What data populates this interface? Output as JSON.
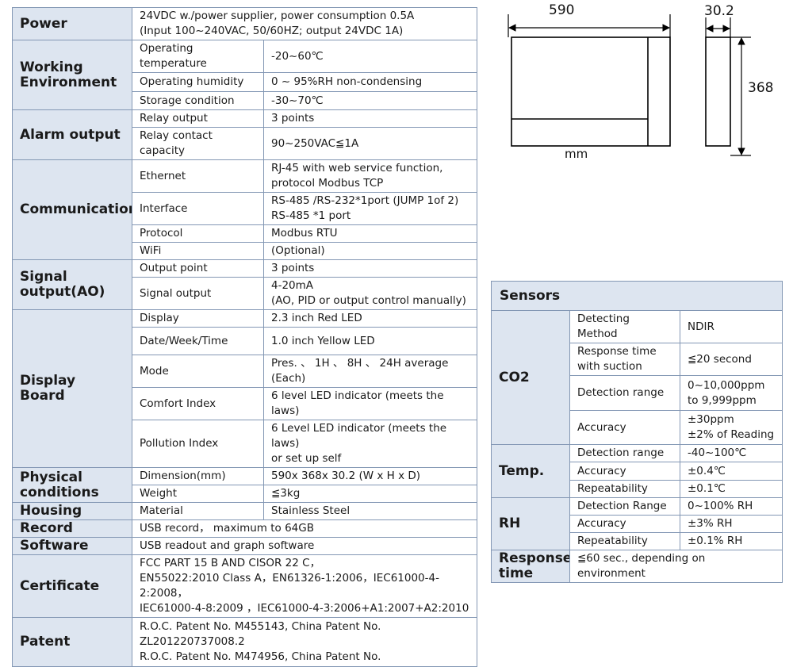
{
  "spec_table": {
    "rows": [
      {
        "category": "Power",
        "span": 1,
        "label": "24VDC w./power supplier, power consumption 0.5A\n(Input 100~240VAC, 50/60HZ; output 24VDC 1A)",
        "full": true,
        "h": 40
      },
      {
        "category": "Working\nEnvironment",
        "span": 3,
        "label": "Operating\ntemperature",
        "value": "-20~60℃",
        "h": 40
      },
      {
        "label": "Operating humidity",
        "value": "0 ~ 95%RH non-condensing",
        "h": 24
      },
      {
        "label": "Storage condition",
        "value": "-30~70℃",
        "h": 23
      },
      {
        "category": "Alarm output",
        "span": 2,
        "label": "Relay output",
        "value": "3 points",
        "h": 21
      },
      {
        "label": "Relay contact capacity",
        "value": "90~250VAC≦1A",
        "h": 23
      },
      {
        "category": "Communication",
        "span": 4,
        "label": "Ethernet",
        "value": "RJ-45 with web service function,\nprotocol Modbus TCP",
        "h": 40
      },
      {
        "label": "Interface",
        "value": "RS-485 /RS-232*1port (JUMP 1of 2)\nRS-485 *1 port",
        "h": 40
      },
      {
        "label": "Protocol",
        "value": "Modbus RTU",
        "h": 21
      },
      {
        "label": "WiFi",
        "value": "(Optional)",
        "h": 21
      },
      {
        "category": "Signal\noutput(AO)",
        "span": 2,
        "label": "Output point",
        "value": "3 points",
        "h": 21
      },
      {
        "label": "Signal output",
        "value": "4-20mA\n(AO, PID or output control manually)",
        "h": 41
      },
      {
        "category": "Display Board",
        "span": 5,
        "label": "Display",
        "value": "2.3 inch Red LED",
        "h": 21
      },
      {
        "label": "Date/Week/Time",
        "value": "1.0 inch Yellow LED",
        "h": 35
      },
      {
        "label": "Mode",
        "value": "Pres. 、 1H 、 8H 、 24H average (Each)",
        "h": 20
      },
      {
        "label": "Comfort Index",
        "value": "6 level LED indicator (meets the laws)",
        "h": 21
      },
      {
        "label": "Pollution Index",
        "value": "6 Level LED indicator (meets the laws)\nor set up self",
        "h": 40
      },
      {
        "category": "Physical\nconditions",
        "span": 2,
        "label": "Dimension(mm)",
        "value": "590x 368x 30.2 (W x H x D)",
        "h": 20
      },
      {
        "label": "Weight",
        "value": "≦3kg",
        "h": 21
      },
      {
        "category": "Housing",
        "span": 1,
        "label": "Material",
        "value": "Stainless Steel",
        "h": 20
      },
      {
        "category": "Record",
        "span": 1,
        "label": "USB record， maximum to 64GB",
        "full": true,
        "h": 21
      },
      {
        "category": "Software",
        "span": 1,
        "label": "USB readout and graph software",
        "full": true,
        "h": 20
      },
      {
        "category": "Certificate",
        "span": 1,
        "label": "FCC PART 15 B AND CISOR 22 C，\nEN55022:2010 Class A，EN61326-1:2006，IEC61000-4-2:2008，\nIEC61000-4-8:2009 ，IEC61000-4-3:2006+A1:2007+A2:2010",
        "full": true,
        "h": 60
      },
      {
        "category": "Patent",
        "span": 1,
        "label": "R.O.C. Patent No. M455143, China Patent No.\nZL201220737008.2\nR.O.C. Patent No. M474956, China Patent No.",
        "full": true,
        "h": 62
      }
    ]
  },
  "sensors_table": {
    "title": "Sensors",
    "rows": [
      {
        "category": "CO2",
        "span": 4,
        "label": "Detecting Method",
        "value": "NDIR",
        "h": 21
      },
      {
        "label": "Response time\nwith suction",
        "value": "≦20 second",
        "h": 41
      },
      {
        "label": "Detection range",
        "value": "0~10,000ppm\nto 9,999ppm",
        "h": 44
      },
      {
        "label": "Accuracy",
        "value": "±30ppm\n±2% of Reading",
        "h": 43
      },
      {
        "category": "Temp.",
        "span": 3,
        "label": "Detection range",
        "value": "-40~100℃",
        "h": 22
      },
      {
        "label": "Accuracy",
        "value": "±0.4℃",
        "h": 23
      },
      {
        "label": "Repeatability",
        "value": "±0.1℃",
        "h": 22
      },
      {
        "category": "RH",
        "span": 3,
        "label": "Detection Range",
        "value": "0~100% RH",
        "h": 22
      },
      {
        "label": "Accuracy",
        "value": "±3% RH",
        "h": 22
      },
      {
        "label": "Repeatability",
        "value": "±0.1% RH",
        "h": 22
      },
      {
        "category": "Response\ntime",
        "span": 1,
        "label": "≦60 sec., depending on environment",
        "full": true,
        "h": 40
      }
    ]
  },
  "drawing": {
    "width_label": "590",
    "depth_label": "30.2",
    "height_label": "368",
    "unit_label": "mm"
  }
}
